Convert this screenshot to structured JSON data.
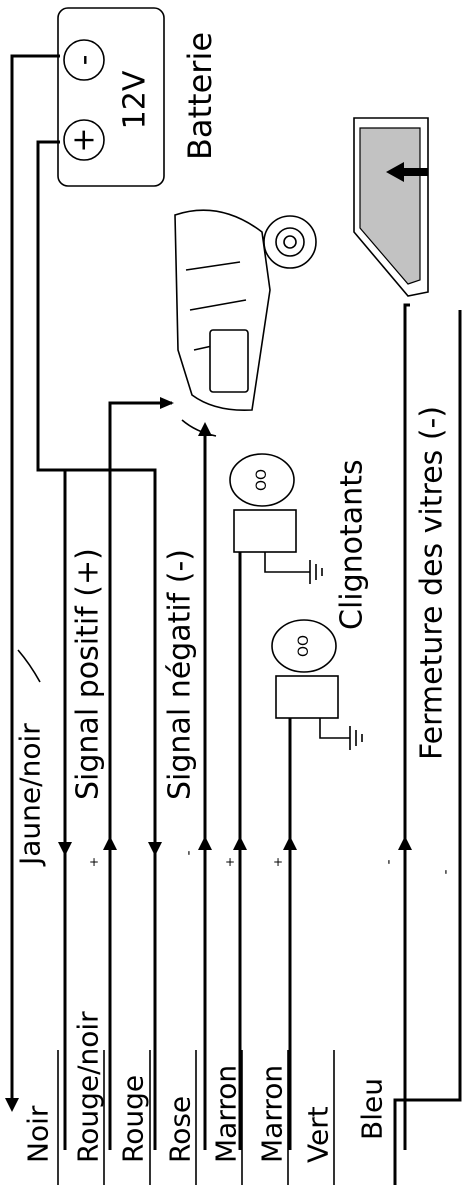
{
  "wire_labels": {
    "noir": "Noir",
    "jaune_noir": "Jaune/noir",
    "rouge_noir": "Rouge/noir",
    "rouge": "Rouge",
    "rose": "Rose",
    "marron_1": "Marron",
    "marron_2": "Marron",
    "vert": "Vert",
    "bleu": "Bleu"
  },
  "polarity_marks": {
    "rouge_noir": "+",
    "rose": "-",
    "marron_1": "+",
    "marron_2": "+",
    "vert": "-",
    "bleu": "-"
  },
  "battery": {
    "label": "Batterie",
    "voltage": "12V",
    "plus": "+",
    "minus": "-"
  },
  "signals": {
    "positive": "Signal positif (+)",
    "negative": "Signal négatif (-)"
  },
  "clignotants": "Clignotants",
  "fermeture": "Fermeture des vitres (-)"
}
